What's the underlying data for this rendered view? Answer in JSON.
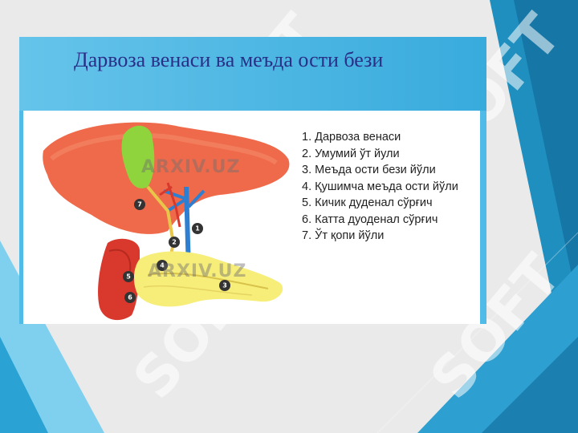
{
  "slide": {
    "title": "Дарвоза венаси ва меъда ости бези"
  },
  "legend": {
    "items": [
      "1. Дарвоза венаси",
      "2. Умумий ўт йули",
      "3. Меъда ости бези йўли",
      "4. Қушимча меъда ости йўли",
      "5. Кичик дуденал сўрғич",
      "6. Катта дуоденал сўрғич",
      "7. Ўт қопи йўли"
    ]
  },
  "markers": [
    "1",
    "2",
    "3",
    "4",
    "5",
    "6",
    "7"
  ],
  "watermarks": {
    "brand": "SOFT",
    "site": "ARXIV.UZ"
  },
  "colors": {
    "title_text": "#2a2f88",
    "title_band": "#45b3e2",
    "liver": "#ef6a4a",
    "gallbladder": "#8fd43c",
    "pancreas": "#f7ee7a",
    "duodenum": "#d9382c",
    "vein": "#2e7fd1"
  }
}
